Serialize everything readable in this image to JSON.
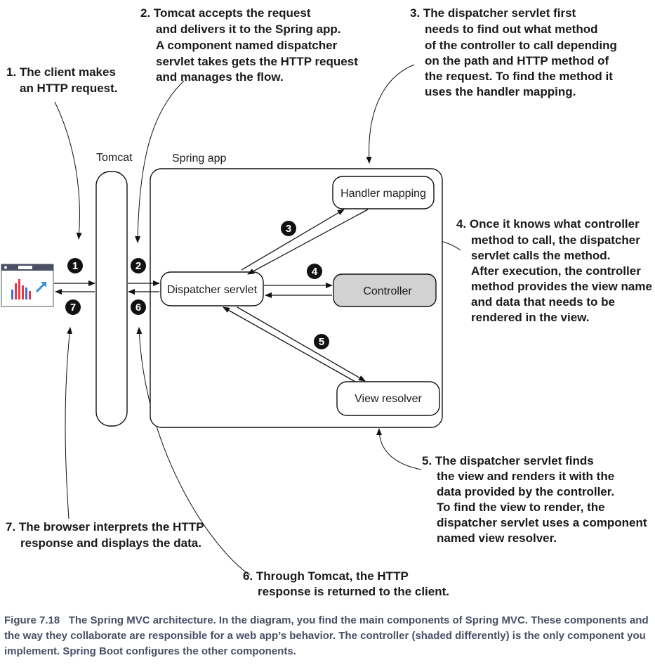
{
  "notes": {
    "n1": [
      "1. The client makes",
      "an HTTP request."
    ],
    "n2": [
      "2. Tomcat accepts the request",
      "and delivers it to the Spring app.",
      "A component named dispatcher",
      "servlet takes gets the HTTP request",
      "and manages the flow."
    ],
    "n3": [
      "3. The dispatcher servlet first",
      "needs to find out what method",
      "of the controller to call depending",
      "on the path and HTTP method of",
      "the request. To find the method it",
      "uses the handler mapping."
    ],
    "n4": [
      "4. Once it knows what controller",
      "method to call, the dispatcher",
      "servlet calls the method.",
      "After execution, the controller",
      "method provides the view name",
      "and data that needs to be",
      "rendered in the view."
    ],
    "n5": [
      "5. The dispatcher servlet finds",
      "the view and renders it with the",
      "data provided by the controller.",
      "To find the view to render, the",
      "dispatcher servlet uses a component",
      "named view resolver."
    ],
    "n6": [
      "6. Through Tomcat, the HTTP",
      "response is returned to the client."
    ],
    "n7": [
      "7. The browser interprets the HTTP",
      "response and displays the data."
    ]
  },
  "labels": {
    "tomcat": "Tomcat",
    "spring_app": "Spring app",
    "handler_mapping": "Handler mapping",
    "dispatcher_servlet": "Dispatcher servlet",
    "controller": "Controller",
    "view_resolver": "View resolver"
  },
  "badges": [
    "1",
    "2",
    "3",
    "4",
    "5",
    "6",
    "7"
  ],
  "colors": {
    "controller_fill": "#d2d2d2",
    "badge": "#111111",
    "caption": "#4a4f63"
  },
  "caption": {
    "figure": "Figure 7.18",
    "text": "The Spring MVC architecture. In the diagram, you find the main components of Spring MVC. These components and the way they collaborate are responsible for a web app’s behavior. The controller (shaded differently) is the only component you implement. Spring Boot configures the other components."
  }
}
